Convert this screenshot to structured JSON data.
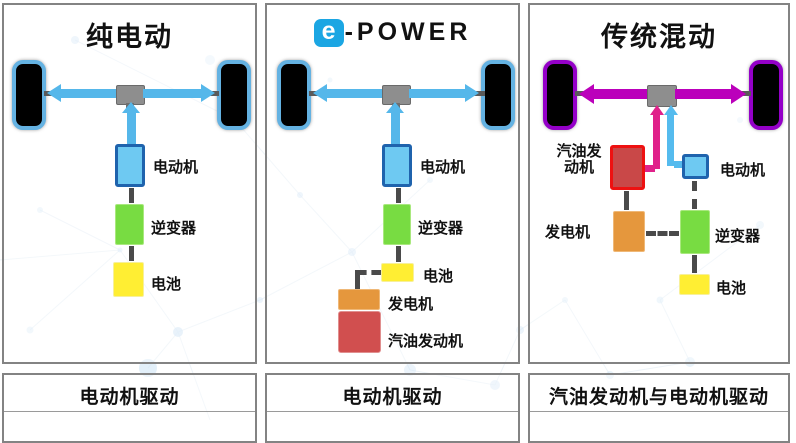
{
  "panel1": {
    "title": "纯电动",
    "motor_label": "电动机",
    "inverter_label": "逆变器",
    "battery_label": "电池",
    "caption": "电动机驱动"
  },
  "panel2": {
    "logo_e": "e",
    "logo_text": "-POWER",
    "motor_label": "电动机",
    "inverter_label": "逆变器",
    "battery_label": "电池",
    "generator_label": "发电机",
    "engine_label": "汽油发动机",
    "caption": "电动机驱动"
  },
  "panel3": {
    "title": "传统混动",
    "engine_label_line1": "汽油发",
    "engine_label_line2": "动机",
    "motor_label": "电动机",
    "generator_label": "发电机",
    "inverter_label": "逆变器",
    "battery_label": "电池",
    "caption": "汽油发动机与电动机驱动"
  },
  "colors": {
    "ev_arrow": "#55b7ea",
    "hybrid_arrow": "#bb00bb",
    "engine_power_arrow": "#e0218a",
    "motor_power_arrow": "#55bbee",
    "wheel_border_ev": "#64b2e2",
    "wheel_border_hybrid": "#9400c8",
    "motor_fill": "#6ec9f2",
    "motor_border": "#1f63ad",
    "inverter_fill": "#78dc42",
    "battery_fill": "#ffee33",
    "generator_fill": "#e5973d",
    "engine_fill_epower": "#d14f4f",
    "engine_fill_hybrid": "#c94848",
    "engine_border_hybrid": "#ee1111",
    "logo_blue": "#1ba6e3"
  }
}
